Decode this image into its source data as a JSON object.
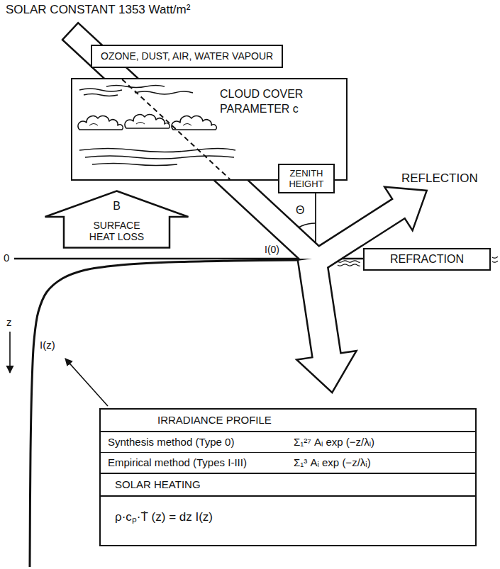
{
  "diagram": {
    "nodes": [
      {
        "text": [
          "OZONE, DUST, AIR, WATER VAPOUR"
        ]
      },
      {
        "text": [
          "CLOUD COVER PARAMETER c"
        ]
      },
      {
        "text": [
          "ZENITH HEIGHT"
        ]
      },
      {
        "text": [
          "B",
          "SURFACE HEAT LOSS"
        ]
      },
      {
        "text": [
          "REFRACTION"
        ]
      },
      {
        "text": [
          "IRRADIANCE PROFILE",
          "Synthesis method (Type 0)",
          "Σ₁²⁷ Aᵢ exp (−z/λᵢ)",
          "Empirical method (Types I-III)",
          "Σ₁³ Aᵢ exp (−z/λᵢ)",
          "SOLAR HEATING",
          "ρ·cₚ·Ṫ (z) = dz I(z)"
        ]
      }
    ],
    "labels": [
      "SOLAR CONSTANT 1353 Watt/m²",
      "REFLECTION",
      "Θ",
      "I(0)",
      "0",
      "z",
      "I(z)"
    ]
  }
}
